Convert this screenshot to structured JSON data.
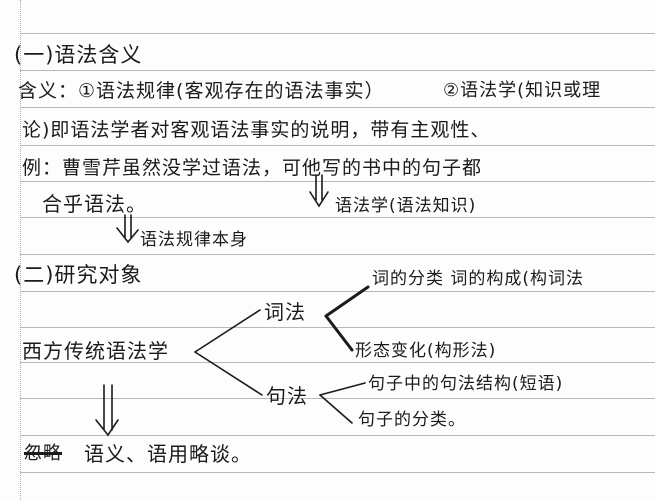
{
  "section1": {
    "heading": "(一)语法含义",
    "definition_line1": "含义：①语法规律(客观存在的语法事实）",
    "definition_line1_b": "②语法学(知识或理",
    "definition_line2": "论)即语法学者对客观语法事实的说明，带有主观性、",
    "example_line1": "例：曹雪芹虽然没学过语法，可他写的书中的句子都",
    "example_line2": "合乎语法。",
    "arrow_note_right": "语法学(语法知识)",
    "arrow_note_left": "语法规律本身"
  },
  "section2": {
    "heading": "(二)研究对象",
    "root": "西方传统语法学",
    "branches": [
      {
        "label": "词法",
        "children": [
          "词的分类 词的构成(构词法",
          "形态变化(构形法)"
        ]
      },
      {
        "label": "句法",
        "children": [
          "句子中的句法结构(短语)",
          "句子的分类。"
        ]
      }
    ],
    "footer_struck": "忽略",
    "footer": "语义、语用略谈。"
  }
}
